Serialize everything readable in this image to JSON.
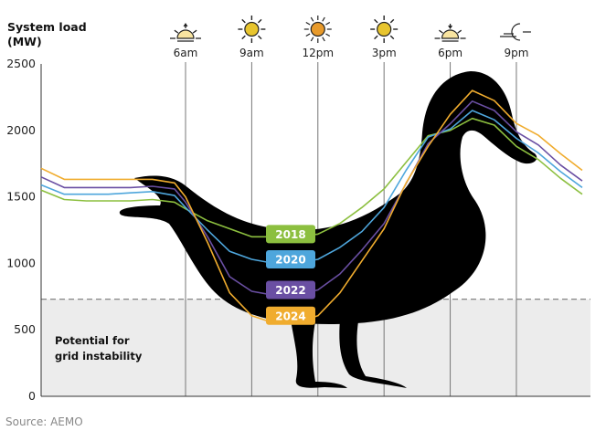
{
  "chart_data": {
    "type": "line",
    "title": "",
    "ylabel": "System load (MW)",
    "ylabel_lines": [
      "System load",
      "(MW)"
    ],
    "xlabel": "",
    "ylim": [
      0,
      2500
    ],
    "yticks": [
      0,
      500,
      1000,
      1500,
      2000,
      2500
    ],
    "xlim_hours": [
      -0.5,
      24
    ],
    "time_markers": [
      {
        "hour": 6,
        "label": "6am",
        "icon": "sunrise-icon"
      },
      {
        "hour": 9,
        "label": "9am",
        "icon": "sun-icon"
      },
      {
        "hour": 12,
        "label": "12pm",
        "icon": "midday-sun-icon"
      },
      {
        "hour": 15,
        "label": "3pm",
        "icon": "sun-icon"
      },
      {
        "hour": 18,
        "label": "6pm",
        "icon": "sunset-icon"
      },
      {
        "hour": 21,
        "label": "9pm",
        "icon": "moon-icon"
      }
    ],
    "threshold": {
      "value": 730,
      "label_lines": [
        "Potential for",
        "grid instability"
      ]
    },
    "grid": false,
    "legend": "inline-labels-center",
    "x_hours": [
      -0.5,
      0.5,
      1.5,
      2.5,
      3.5,
      4.5,
      5.5,
      6,
      7,
      8,
      9,
      10,
      11,
      12,
      13,
      14,
      15,
      16,
      17,
      18,
      19,
      20,
      21,
      22,
      23,
      24
    ],
    "series": [
      {
        "name": "2024",
        "color": "#f0ac2e",
        "values": [
          1715,
          1632,
          1632,
          1632,
          1632,
          1632,
          1605,
          1500,
          1157,
          778,
          606,
          551,
          551,
          606,
          778,
          1019,
          1260,
          1605,
          1880,
          2121,
          2300,
          2224,
          2052,
          1963,
          1825,
          1700
        ]
      },
      {
        "name": "2022",
        "color": "#6a4fa3",
        "values": [
          1650,
          1570,
          1570,
          1570,
          1570,
          1580,
          1560,
          1460,
          1200,
          900,
          790,
          760,
          760,
          800,
          920,
          1100,
          1300,
          1600,
          1900,
          2050,
          2220,
          2150,
          1990,
          1890,
          1740,
          1620
        ]
      },
      {
        "name": "2020",
        "color": "#4ea6dc",
        "values": [
          1590,
          1520,
          1520,
          1520,
          1530,
          1540,
          1510,
          1420,
          1250,
          1090,
          1030,
          1000,
          1000,
          1030,
          1120,
          1240,
          1420,
          1700,
          1950,
          2010,
          2150,
          2080,
          1940,
          1830,
          1690,
          1570
        ]
      },
      {
        "name": "2018",
        "color": "#8cbf3f",
        "values": [
          1550,
          1480,
          1470,
          1470,
          1470,
          1480,
          1460,
          1410,
          1320,
          1260,
          1200,
          1200,
          1200,
          1220,
          1300,
          1420,
          1560,
          1760,
          1960,
          2000,
          2090,
          2040,
          1880,
          1780,
          1640,
          1520
        ]
      }
    ]
  },
  "source": "Source: AEMO"
}
